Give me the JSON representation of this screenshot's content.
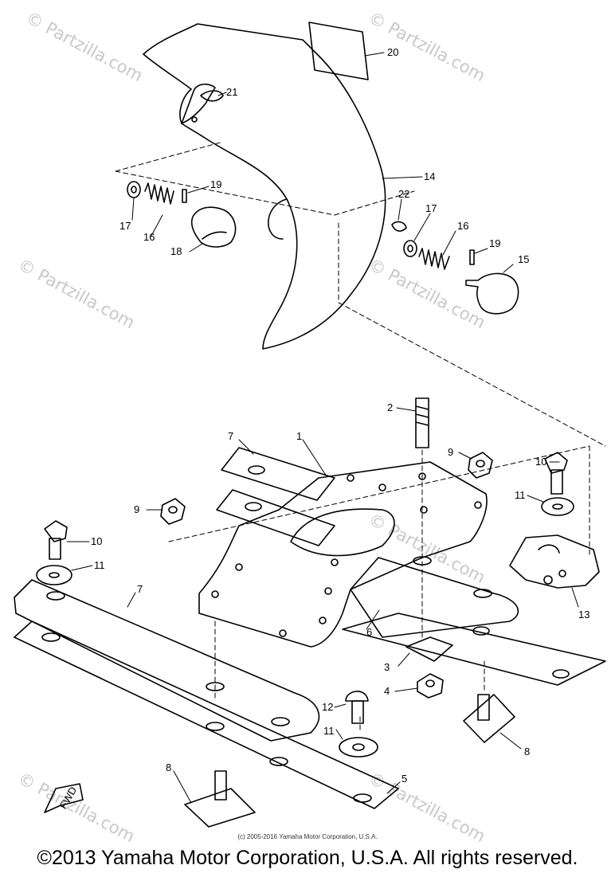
{
  "watermark": "© Partzilla.com",
  "copyright_small": "(c) 2005-2016 Yamaha Motor Corporation, U.S.A.",
  "copyright_main": "©2013 Yamaha Motor Corporation, U.S.A. All rights reserved.",
  "fwd_label": "FWD",
  "callouts": {
    "c1": "1",
    "c2": "2",
    "c3": "3",
    "c4": "4",
    "c5": "5",
    "c6": "6",
    "c7a": "7",
    "c7b": "7",
    "c8a": "8",
    "c8b": "8",
    "c9a": "9",
    "c9b": "9",
    "c10a": "10",
    "c10b": "10",
    "c11a": "11",
    "c11b": "11",
    "c11c": "11",
    "c12": "12",
    "c13": "13",
    "c14": "14",
    "c15": "15",
    "c16a": "16",
    "c16b": "16",
    "c17a": "17",
    "c17b": "17",
    "c18": "18",
    "c19a": "19",
    "c19b": "19",
    "c20": "20",
    "c21": "21",
    "c22": "22"
  }
}
